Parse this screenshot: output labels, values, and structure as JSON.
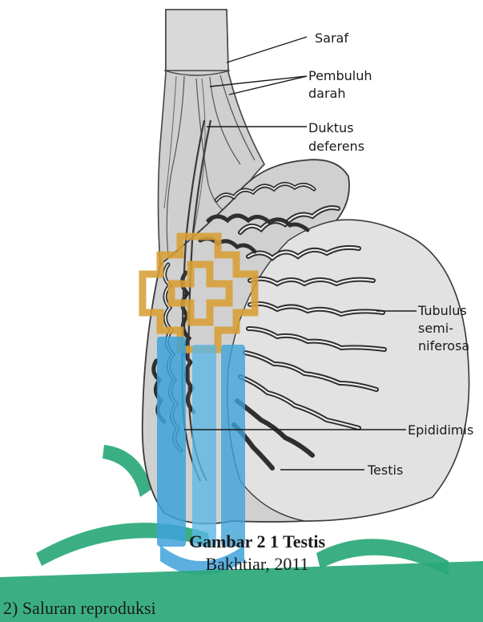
{
  "figure": {
    "labels": {
      "saraf": "Saraf",
      "pembuluh_1": "Pembuluh",
      "pembuluh_2": "darah",
      "duktus_1": "Duktus",
      "duktus_2": "deferens",
      "tubulus_1": "Tubulus",
      "tubulus_2": "semi-",
      "tubulus_3": "niferosa",
      "epididimis": "Epididimis",
      "testis": "Testis"
    },
    "caption": "Gambar 2 1 Testis",
    "source": "Bakhtiar, 2011"
  },
  "section_heading": "2) Saluran reproduksi",
  "watermark": {
    "gold": "#d8a036",
    "blue": "#3b9fd6",
    "green": "#1f9a6a"
  }
}
